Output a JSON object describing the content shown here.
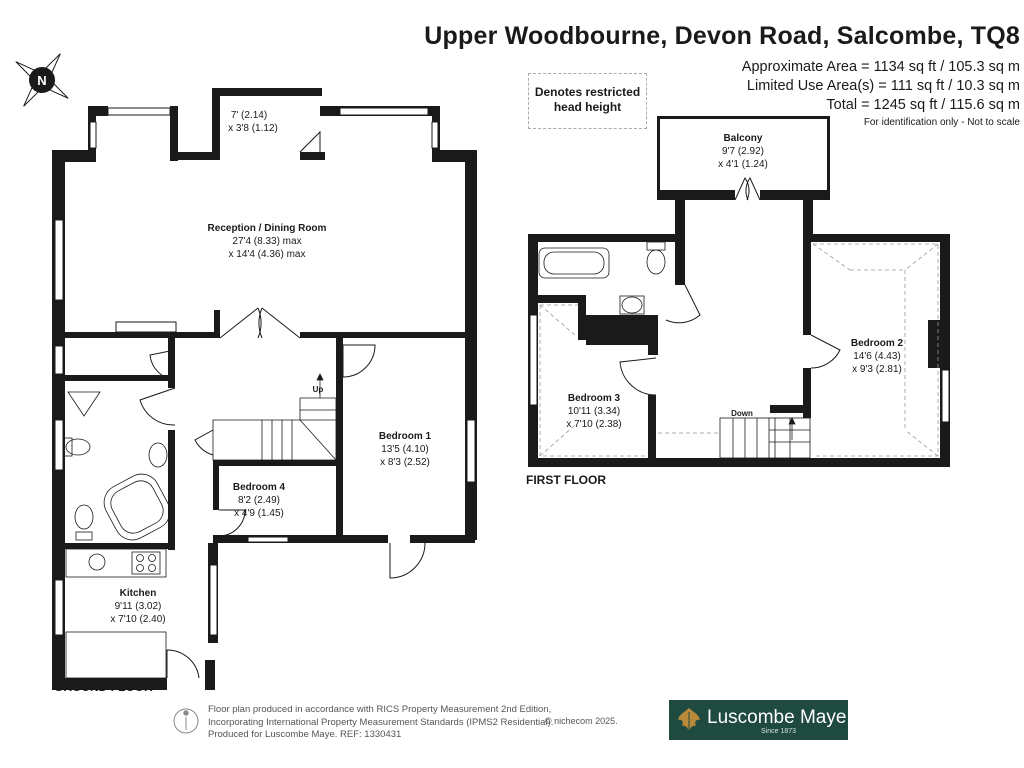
{
  "header": {
    "title": "Upper Woodbourne, Devon Road, Salcombe, TQ8",
    "approx_area": "Approximate Area = 1134 sq ft / 105.3 sq m",
    "limited_use": "Limited Use Area(s) = 111 sq ft / 10.3 sq m",
    "total": "Total = 1245 sq ft / 115.6 sq m",
    "identification": "For identification only - Not to scale"
  },
  "legend": {
    "line1": "Denotes restricted",
    "line2": "head height"
  },
  "compass": {
    "letter": "N"
  },
  "ground_floor": {
    "label": "GROUND FLOOR",
    "reception": {
      "name": "Reception / Dining Room",
      "dim1": "27'4 (8.33) max",
      "dim2": "x 14'4 (4.36) max"
    },
    "bay": {
      "dim1": "7' (2.14)",
      "dim2": "x 3'8 (1.12)"
    },
    "bedroom1": {
      "name": "Bedroom 1",
      "dim1": "13'5 (4.10)",
      "dim2": "x 8'3 (2.52)"
    },
    "bedroom4": {
      "name": "Bedroom 4",
      "dim1": "8'2 (2.49)",
      "dim2": "x 4'9 (1.45)"
    },
    "kitchen": {
      "name": "Kitchen",
      "dim1": "9'11 (3.02)",
      "dim2": "x 7'10 (2.40)"
    },
    "stairs": "Up"
  },
  "first_floor": {
    "label": "FIRST FLOOR",
    "balcony": {
      "name": "Balcony",
      "dim1": "9'7 (2.92)",
      "dim2": "x 4'1 (1.24)"
    },
    "bedroom2": {
      "name": "Bedroom 2",
      "dim1": "14'6 (4.43)",
      "dim2": "x 9'3 (2.81)"
    },
    "bedroom3": {
      "name": "Bedroom 3",
      "dim1": "10'11 (3.34)",
      "dim2": "x 7'10 (2.38)"
    },
    "stairs": "Down"
  },
  "footer": {
    "line1": "Floor plan produced in accordance with RICS Property Measurement 2nd Edition,",
    "line2": "Incorporating International Property Measurement Standards (IPMS2 Residential).",
    "line3": "Produced for Luscombe Maye.   REF: 1330431",
    "credit": "© nichecom 2025."
  },
  "logo": {
    "name": "Luscombe Maye",
    "since": "Since 1873"
  },
  "colors": {
    "wall": "#1a1a1a",
    "brand": "#1f4a3f"
  }
}
